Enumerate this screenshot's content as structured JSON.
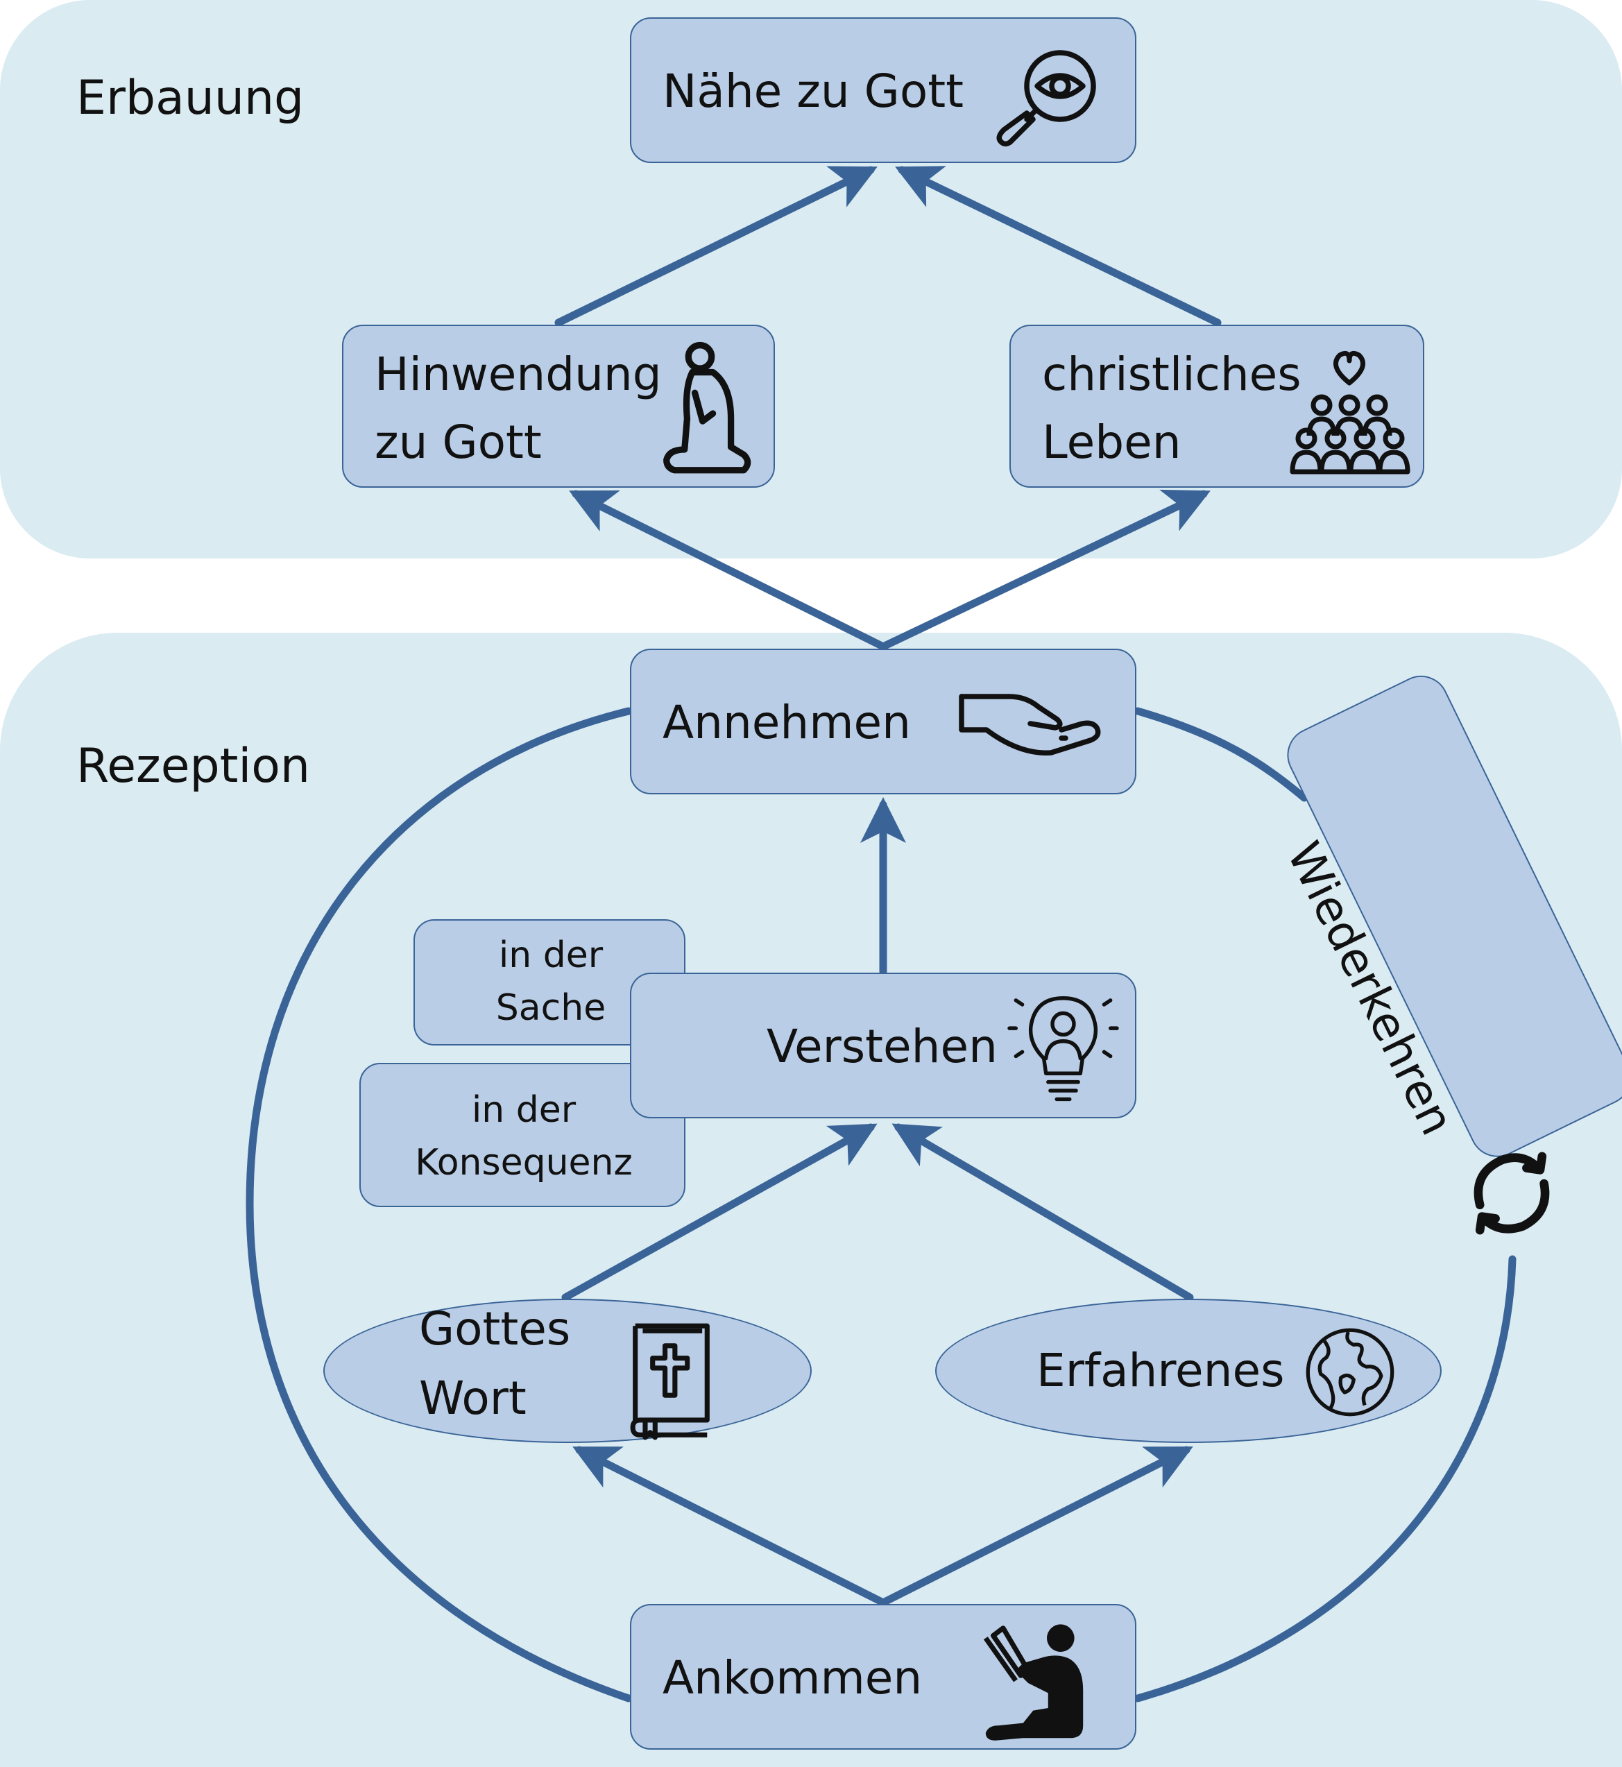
{
  "sections": {
    "erbauung_label": "Erbauung",
    "rezeption_label": "Rezeption"
  },
  "nodes": {
    "naehe": "Nähe zu Gott",
    "hinwendung_line1": "Hinwendung",
    "hinwendung_line2": "zu Gott",
    "christlich_line1": "christliches",
    "christlich_line2": "Leben",
    "annehmen": "Annehmen",
    "verstehen": "Verstehen",
    "sache_line1": "in der",
    "sache_line2": "Sache",
    "konsequenz_line1": "in der",
    "konsequenz_line2": "Konsequenz",
    "gottes_line1": "Gottes",
    "gottes_line2": "Wort",
    "erfahrenes": "Erfahrenes",
    "ankommen": "Ankommen",
    "wiederkehren": "Wiederkehren"
  },
  "icons": {
    "naehe": "magnifier-eye-icon",
    "hinwendung": "kneeling-prayer-icon",
    "christlich": "community-heart-icon",
    "annehmen": "open-hand-icon",
    "verstehen": "lightbulb-person-icon",
    "gottes": "bible-icon",
    "erfahrenes": "globe-icon",
    "ankommen": "reading-person-icon",
    "wiederkehren": "refresh-cycle-icon"
  },
  "colors": {
    "panel": "#daebf2",
    "node_fill": "#b9cde6",
    "node_border": "#3a6497",
    "arrow": "#3a6497"
  }
}
